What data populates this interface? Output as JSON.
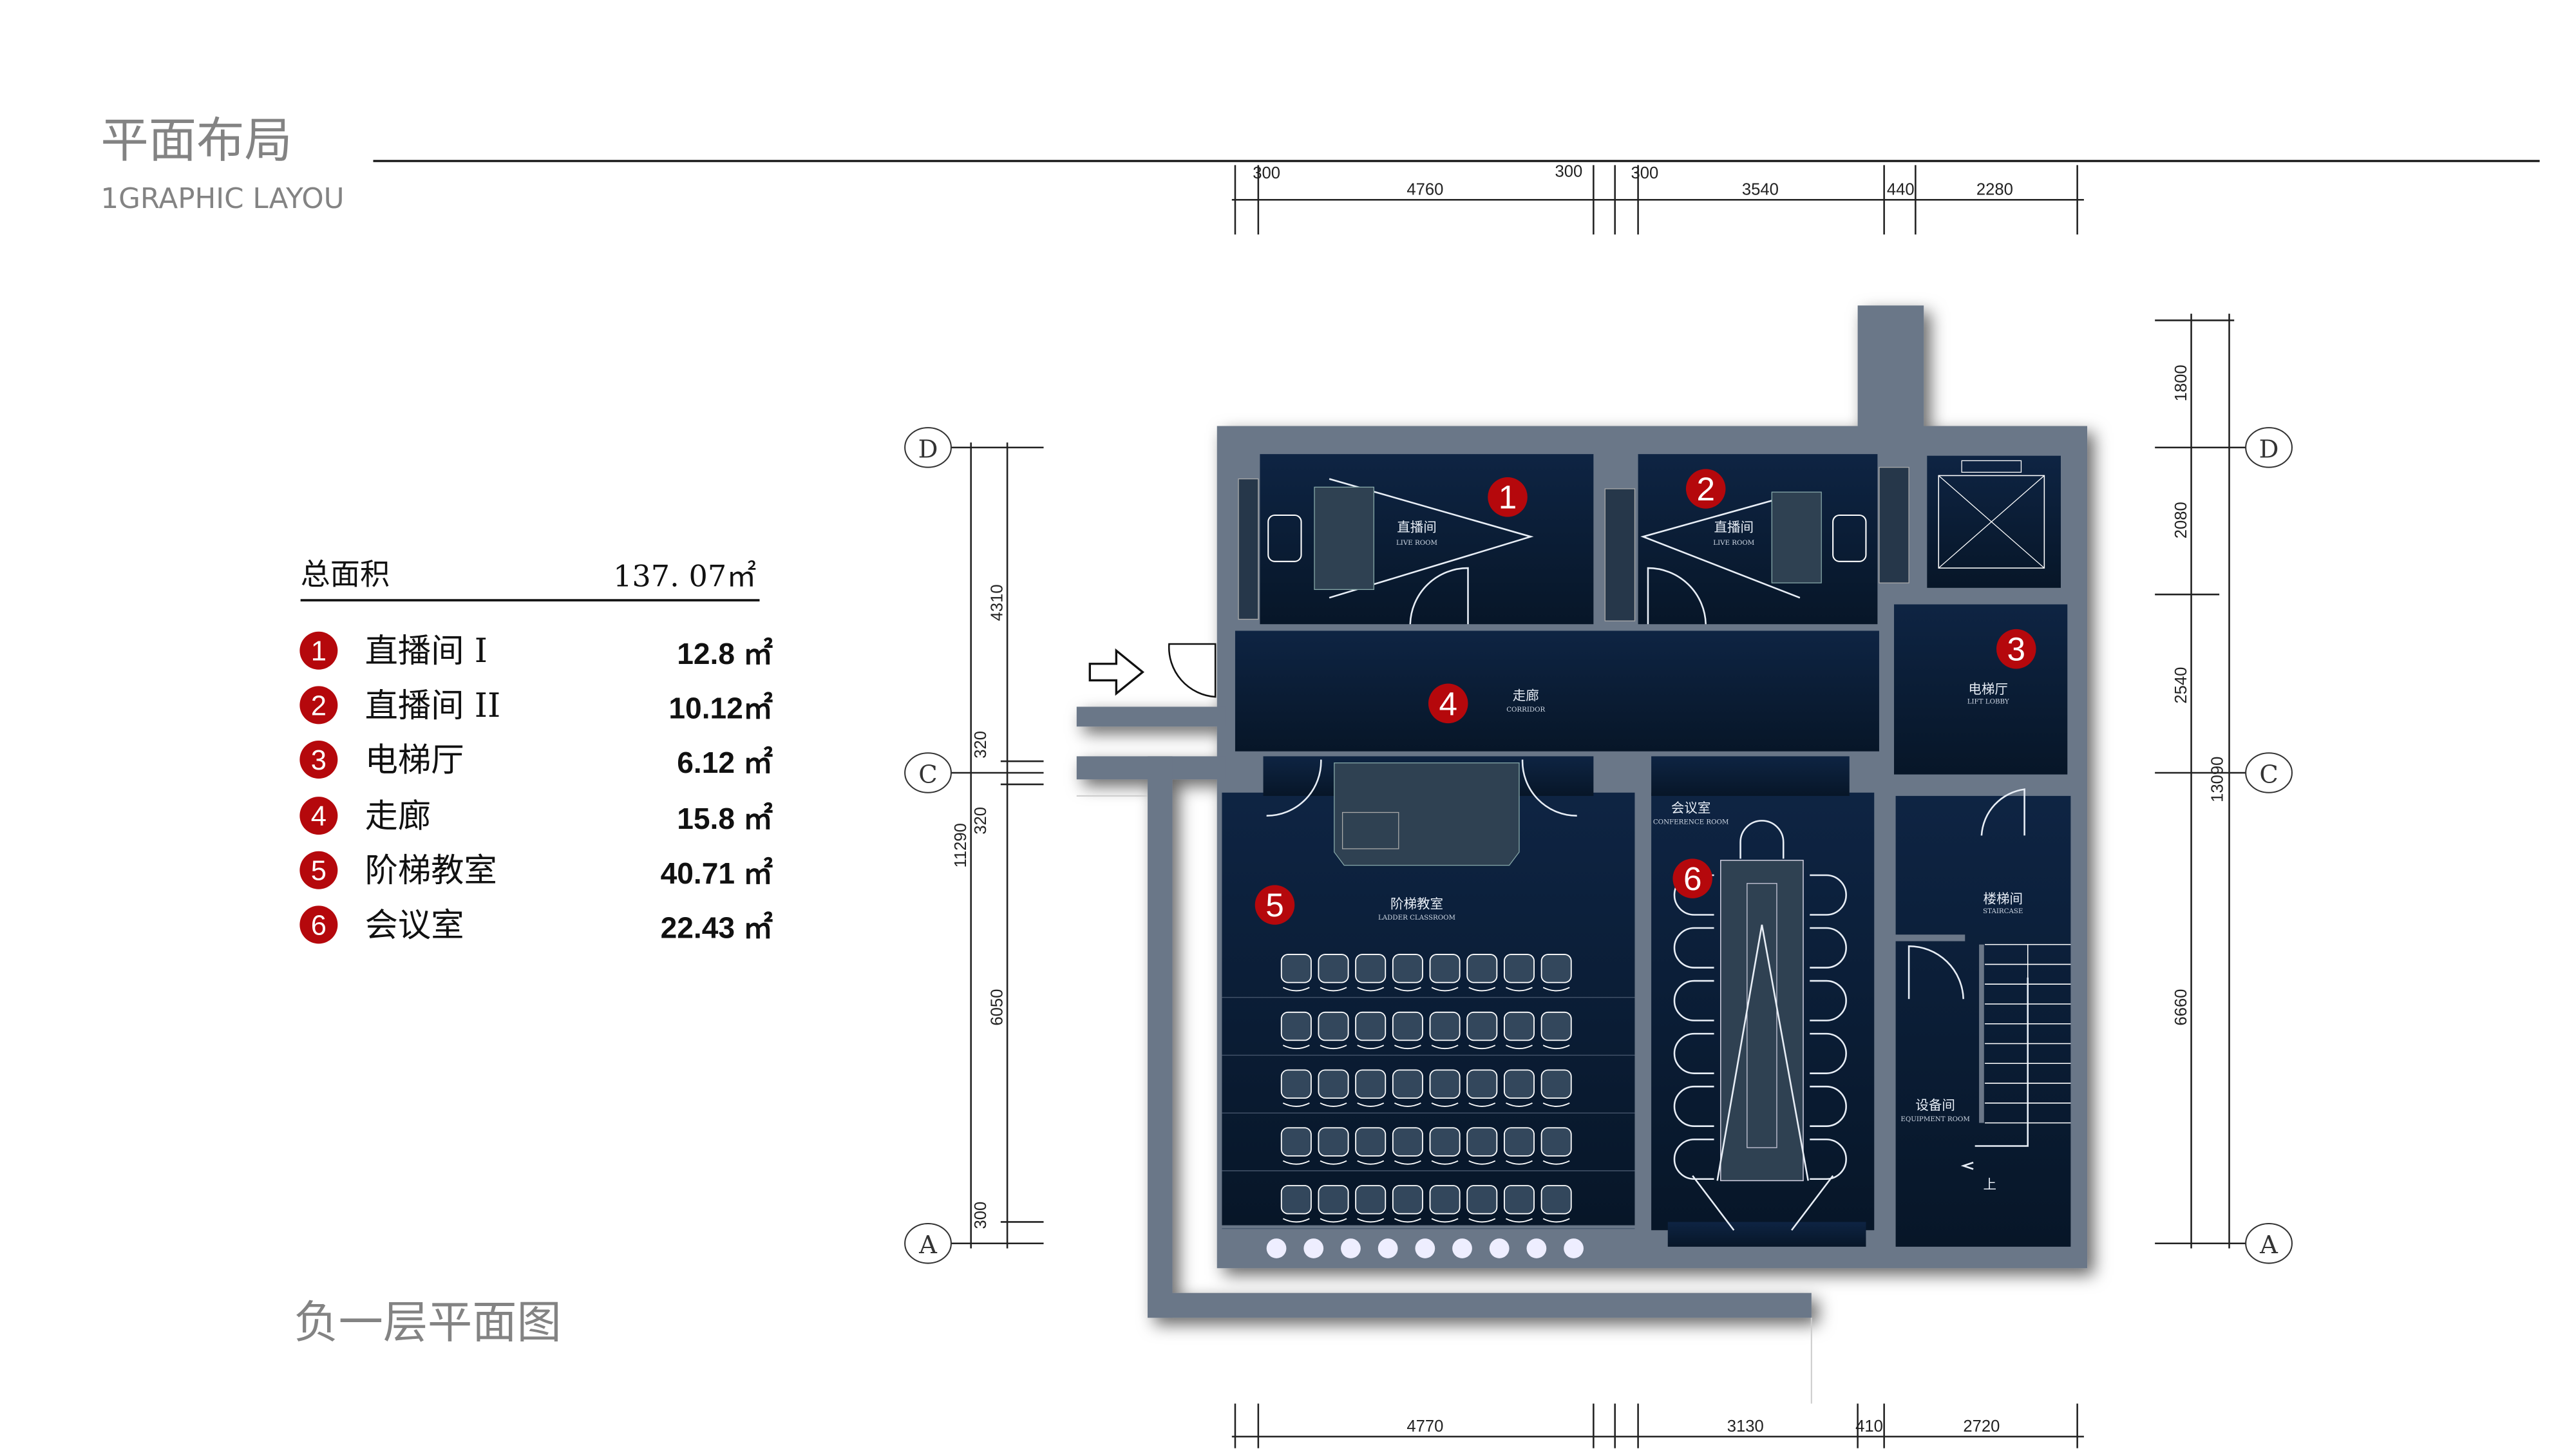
{
  "header": {
    "title": "平面布局",
    "subtitle": "1GRAPHIC LAYOU"
  },
  "legend": {
    "total_label": "总面积",
    "total_value": "137. 07㎡",
    "items": [
      {
        "num": "1",
        "name": "直播间 I",
        "area": "12.8 ㎡"
      },
      {
        "num": "2",
        "name": "直播间 II",
        "area": "10.12㎡"
      },
      {
        "num": "3",
        "name": "电梯厅",
        "area": "6.12 ㎡"
      },
      {
        "num": "4",
        "name": "走廊",
        "area": "15.8 ㎡"
      },
      {
        "num": "5",
        "name": "阶梯教室",
        "area": "40.71 ㎡"
      },
      {
        "num": "6",
        "name": "会议室",
        "area": "22.43 ㎡"
      }
    ],
    "badge_color": "#b5080c"
  },
  "plan_title": "负一层平面图",
  "rooms": {
    "live1": {
      "cn": "直播间",
      "en": "LIVE ROOM"
    },
    "live2": {
      "cn": "直播间",
      "en": "LIVE ROOM"
    },
    "corridor": {
      "cn": "走廊",
      "en": "CORRIDOR"
    },
    "lobby": {
      "cn": "电梯厅",
      "en": "LIFT LOBBY"
    },
    "classroom": {
      "cn": "阶梯教室",
      "en": "LADDER CLASSROOM"
    },
    "conference": {
      "cn": "会议室",
      "en": "CONFERENCE ROOM"
    },
    "staircase": {
      "cn": "楼梯间",
      "en": "STAIRCASE"
    },
    "equipment": {
      "cn": "设备间",
      "en": "EQUIPMENT ROOM"
    },
    "up_label": "上"
  },
  "dimensions": {
    "top": [
      "300",
      "4760",
      "300",
      "300",
      "3540",
      "440",
      "2280"
    ],
    "bottom": [
      "4770",
      "3130",
      "410",
      "2720"
    ],
    "left": [
      "4310",
      "320",
      "320",
      "11290",
      "6050",
      "300"
    ],
    "right": [
      "1800",
      "2080",
      "2540",
      "13090",
      "6660"
    ]
  },
  "axes": {
    "left": [
      "D",
      "C",
      "A"
    ],
    "right": [
      "D",
      "C",
      "A"
    ]
  },
  "colors": {
    "wall": "#6b7788",
    "room": "#0c1e36",
    "title_gray": "#838383"
  }
}
